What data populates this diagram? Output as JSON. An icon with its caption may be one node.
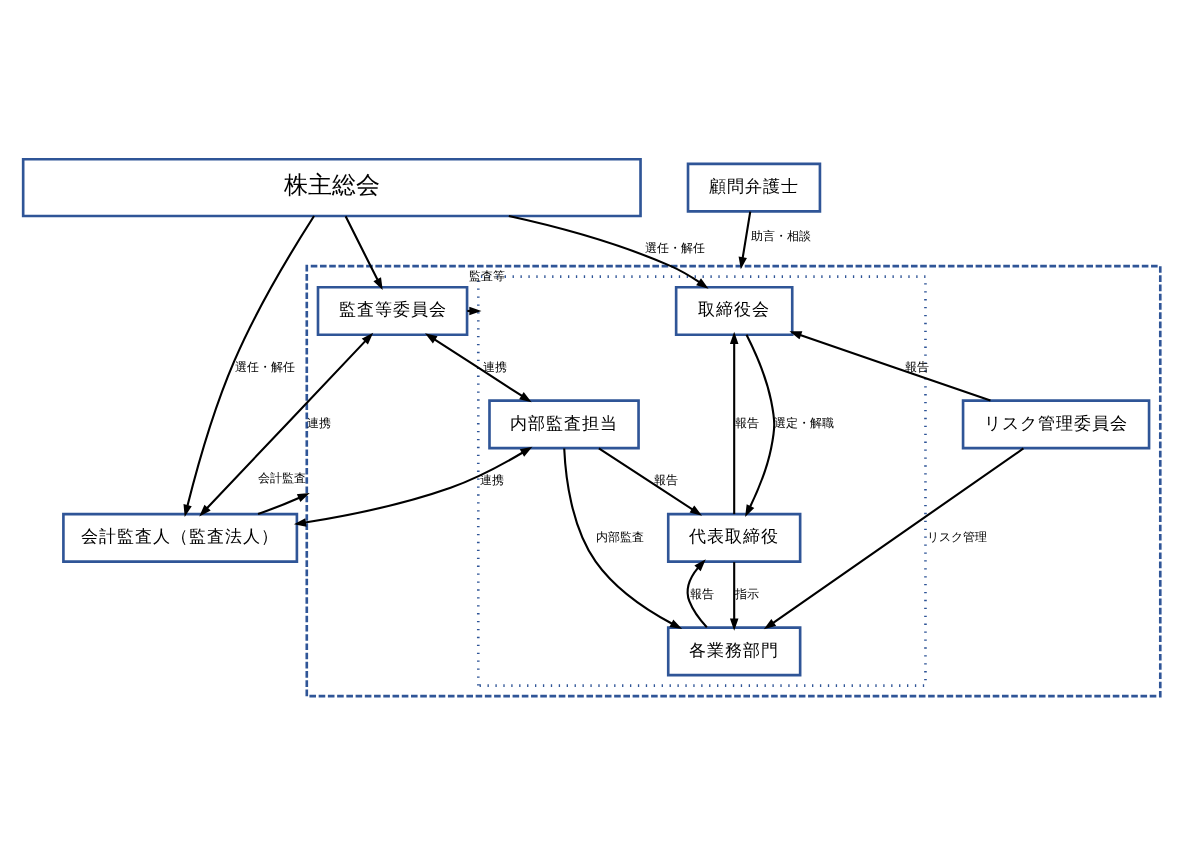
{
  "diagram": {
    "nodes": [
      {
        "text": [
          "株主総会"
        ]
      },
      {
        "text": [],
        "shape": "box"
      },
      {
        "text": [],
        "shape": "box",
        "in": 1
      },
      {
        "text": [
          "取締役会"
        ],
        "in": 2
      },
      {
        "text": [
          "監査等委員会"
        ],
        "in": 1
      },
      {
        "text": [
          "会計監査人（監査法人）"
        ]
      },
      {
        "text": [
          "代表取締役"
        ],
        "in": 2
      },
      {
        "text": [
          "リスク管理委員会"
        ],
        "in": 1
      },
      {
        "text": [
          "内部監査担当"
        ],
        "in": 2
      },
      {
        "text": [
          "各業務部門"
        ],
        "in": 2
      },
      {
        "text": [
          "顧問弁護士"
        ]
      }
    ],
    "edges": [
      {
        "from": 0,
        "to": 3,
        "arrow": "to",
        "label": "選任・解任"
      },
      {
        "from": 0,
        "to": 4,
        "arrow": "to"
      },
      {
        "from": 0,
        "to": 5,
        "arrow": "to",
        "label": "選任・解任"
      },
      {
        "from": 4,
        "to": 2,
        "arrow": "to",
        "label": "監査等"
      },
      {
        "from": 5,
        "to": 4,
        "arrow": "both",
        "label": "連携"
      },
      {
        "from": 5,
        "to": 1,
        "arrow": "to",
        "label": "会計監査"
      },
      {
        "from": 7,
        "to": 3,
        "arrow": "to",
        "label": "報告"
      },
      {
        "from": 6,
        "to": 3,
        "arrow": "to",
        "label": "報告"
      },
      {
        "from": 3,
        "to": 6,
        "arrow": "to",
        "label": "選定・解職"
      },
      {
        "from": 4,
        "to": 8,
        "arrow": "both",
        "label": "連携"
      },
      {
        "from": 8,
        "to": 6,
        "arrow": "to",
        "label": "報告"
      },
      {
        "from": 8,
        "to": 5,
        "arrow": "both",
        "label": "連携"
      },
      {
        "from": 7,
        "to": 9,
        "arrow": "to",
        "label": "リスク管理"
      },
      {
        "from": 9,
        "to": 6,
        "arrow": "to",
        "label": "報告"
      },
      {
        "from": 6,
        "to": 9,
        "arrow": "to",
        "label": "指示"
      },
      {
        "from": 8,
        "to": 9,
        "arrow": "to",
        "label": "内部監査"
      },
      {
        "from": 10,
        "to": 1,
        "arrow": "to",
        "label": "助言・相談"
      }
    ]
  }
}
